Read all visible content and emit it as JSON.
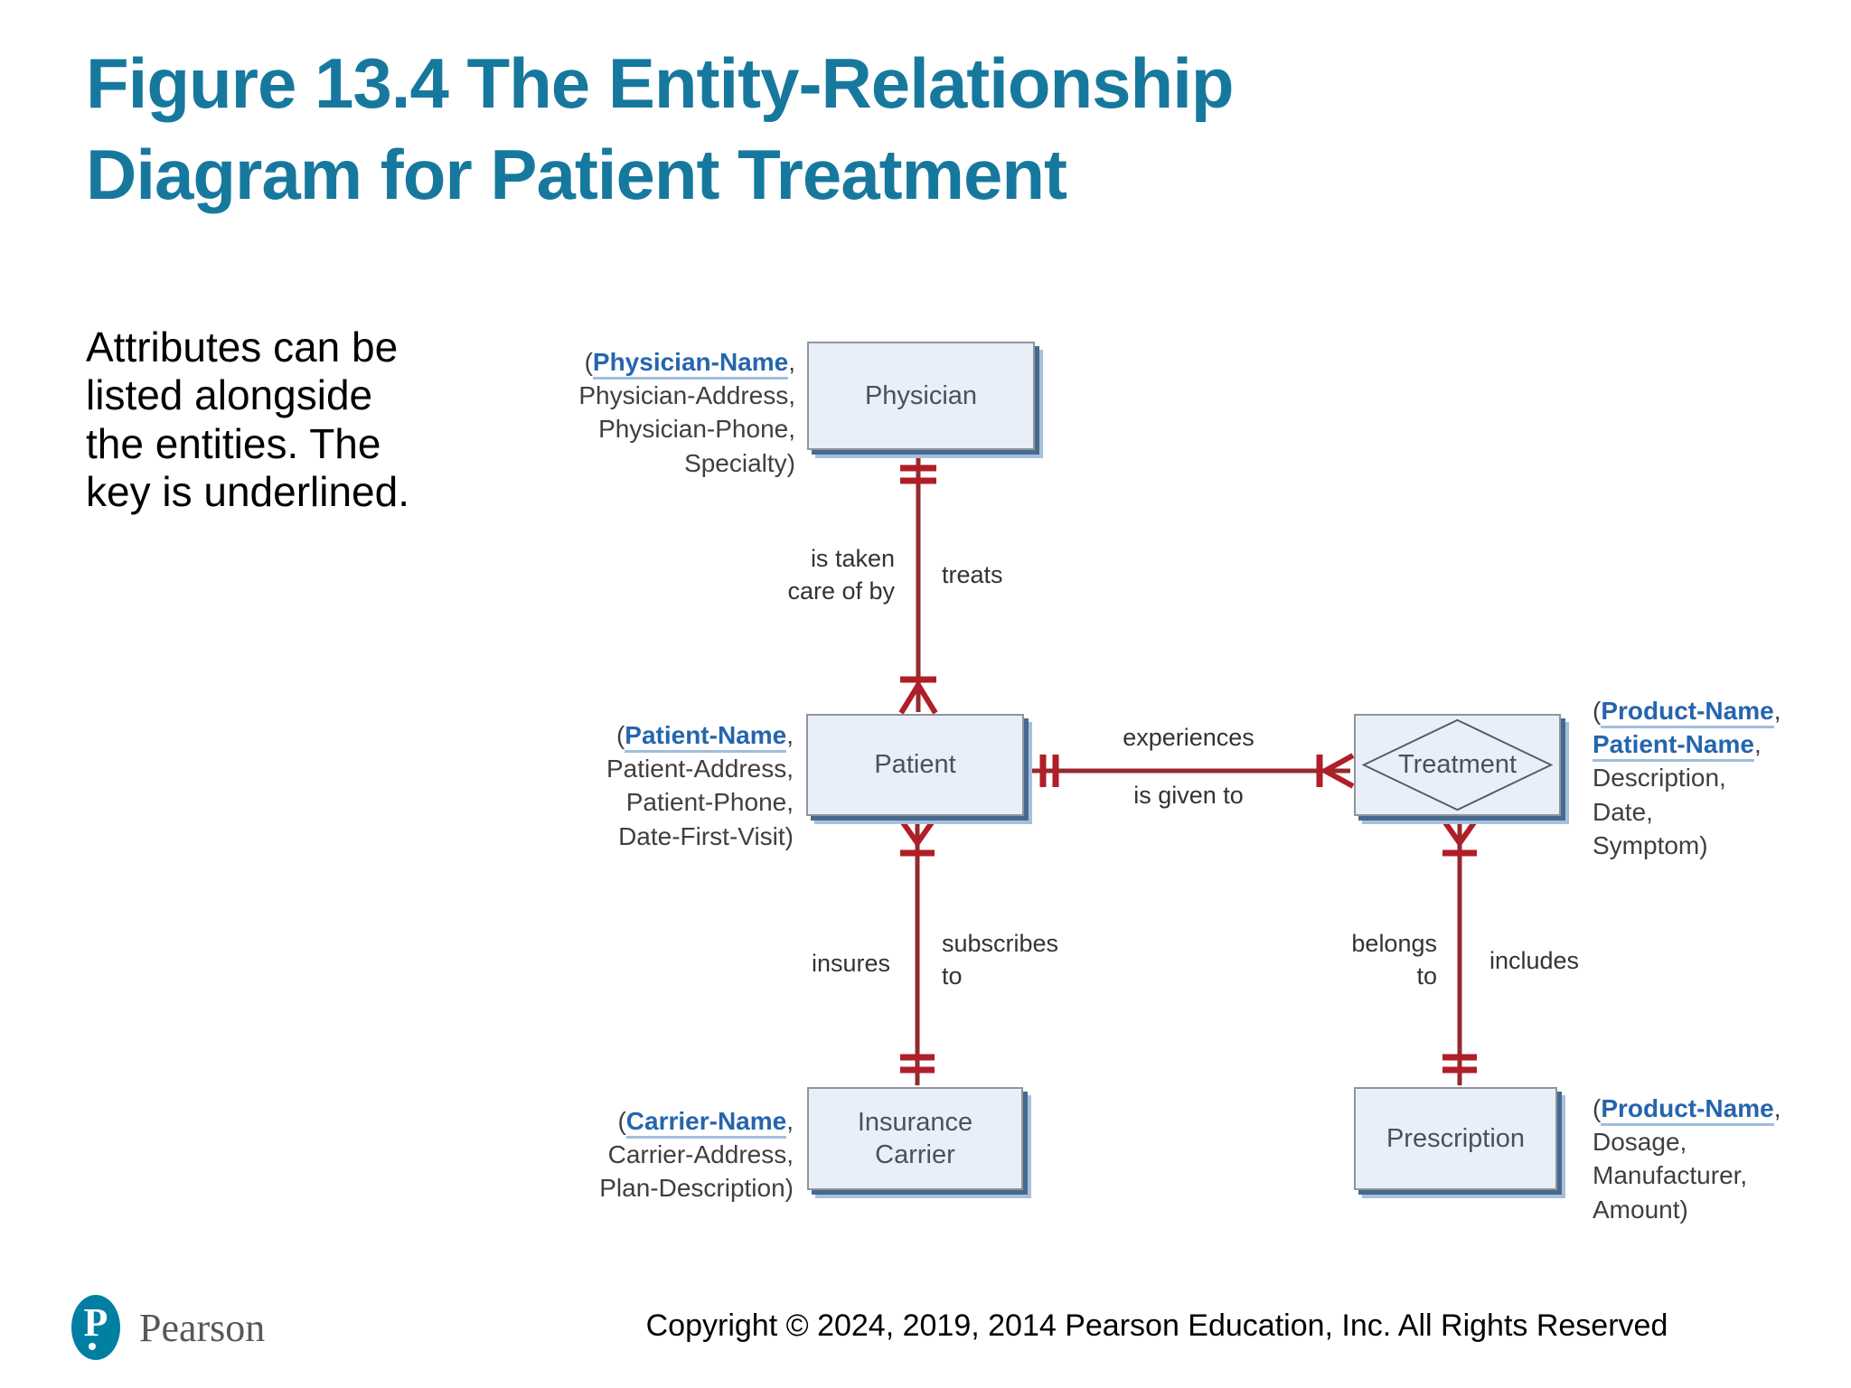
{
  "slide": {
    "title_line1": "Figure 13.4 The Entity-Relationship",
    "title_line2": "Diagram for Patient Treatment",
    "note": "Attributes can be listed alongside the entities. The key is underlined.",
    "footer": {
      "brand": "Pearson",
      "copyright": "Copyright © 2024, 2019, 2014 Pearson Education, Inc. All Rights Reserved"
    }
  },
  "colors": {
    "title_teal": "#17789E",
    "entity_fill": "#E9EFF8",
    "entity_border_gray": "#90959B",
    "entity_shadow_dark_blue": "#47698F",
    "entity_shadow_light_blue": "#A6C0DC",
    "relationship_line_red": "#932B2E",
    "cardinality_mark_red": "#B01E28",
    "key_attribute_blue": "#2565AE",
    "pearson_logo_teal": "#007FA3"
  },
  "diagram": {
    "entities": {
      "physician": {
        "label": "Physician",
        "attrs": [
          {
            "pre": "(",
            "name": "Physician-Name",
            "post": ","
          },
          "Physician-Address,",
          "Physician-Phone,",
          "Specialty)"
        ]
      },
      "patient": {
        "label": "Patient",
        "attrs": [
          {
            "pre": "(",
            "name": "Patient-Name",
            "post": ","
          },
          "Patient-Address,",
          "Patient-Phone,",
          "Date-First-Visit)"
        ]
      },
      "treatment": {
        "label": "Treatment",
        "attrs": [
          {
            "pre": "(",
            "name": "Product-Name",
            "post": ","
          },
          {
            "pre": "",
            "name": "Patient-Name",
            "post": ","
          },
          "Description,",
          "Date,",
          "Symptom)"
        ]
      },
      "insurance_carrier": {
        "label": "Insurance\nCarrier",
        "attrs": [
          {
            "pre": "(",
            "name": "Carrier-Name",
            "post": ","
          },
          "Carrier-Address,",
          "Plan-Description)"
        ]
      },
      "prescription": {
        "label": "Prescription",
        "attrs": [
          {
            "pre": "(",
            "name": "Product-Name",
            "post": ","
          },
          "Dosage,",
          "Manufacturer,",
          "Amount)"
        ]
      }
    },
    "relationships": {
      "physician_patient": {
        "left": "is taken\ncare of by",
        "right": "treats"
      },
      "patient_treatment": {
        "top": "experiences",
        "bottom": "is given to"
      },
      "patient_insurance": {
        "left": "insures",
        "right": "subscribes\nto"
      },
      "treatment_prescription": {
        "left": "belongs\nto",
        "right": "includes"
      }
    }
  }
}
